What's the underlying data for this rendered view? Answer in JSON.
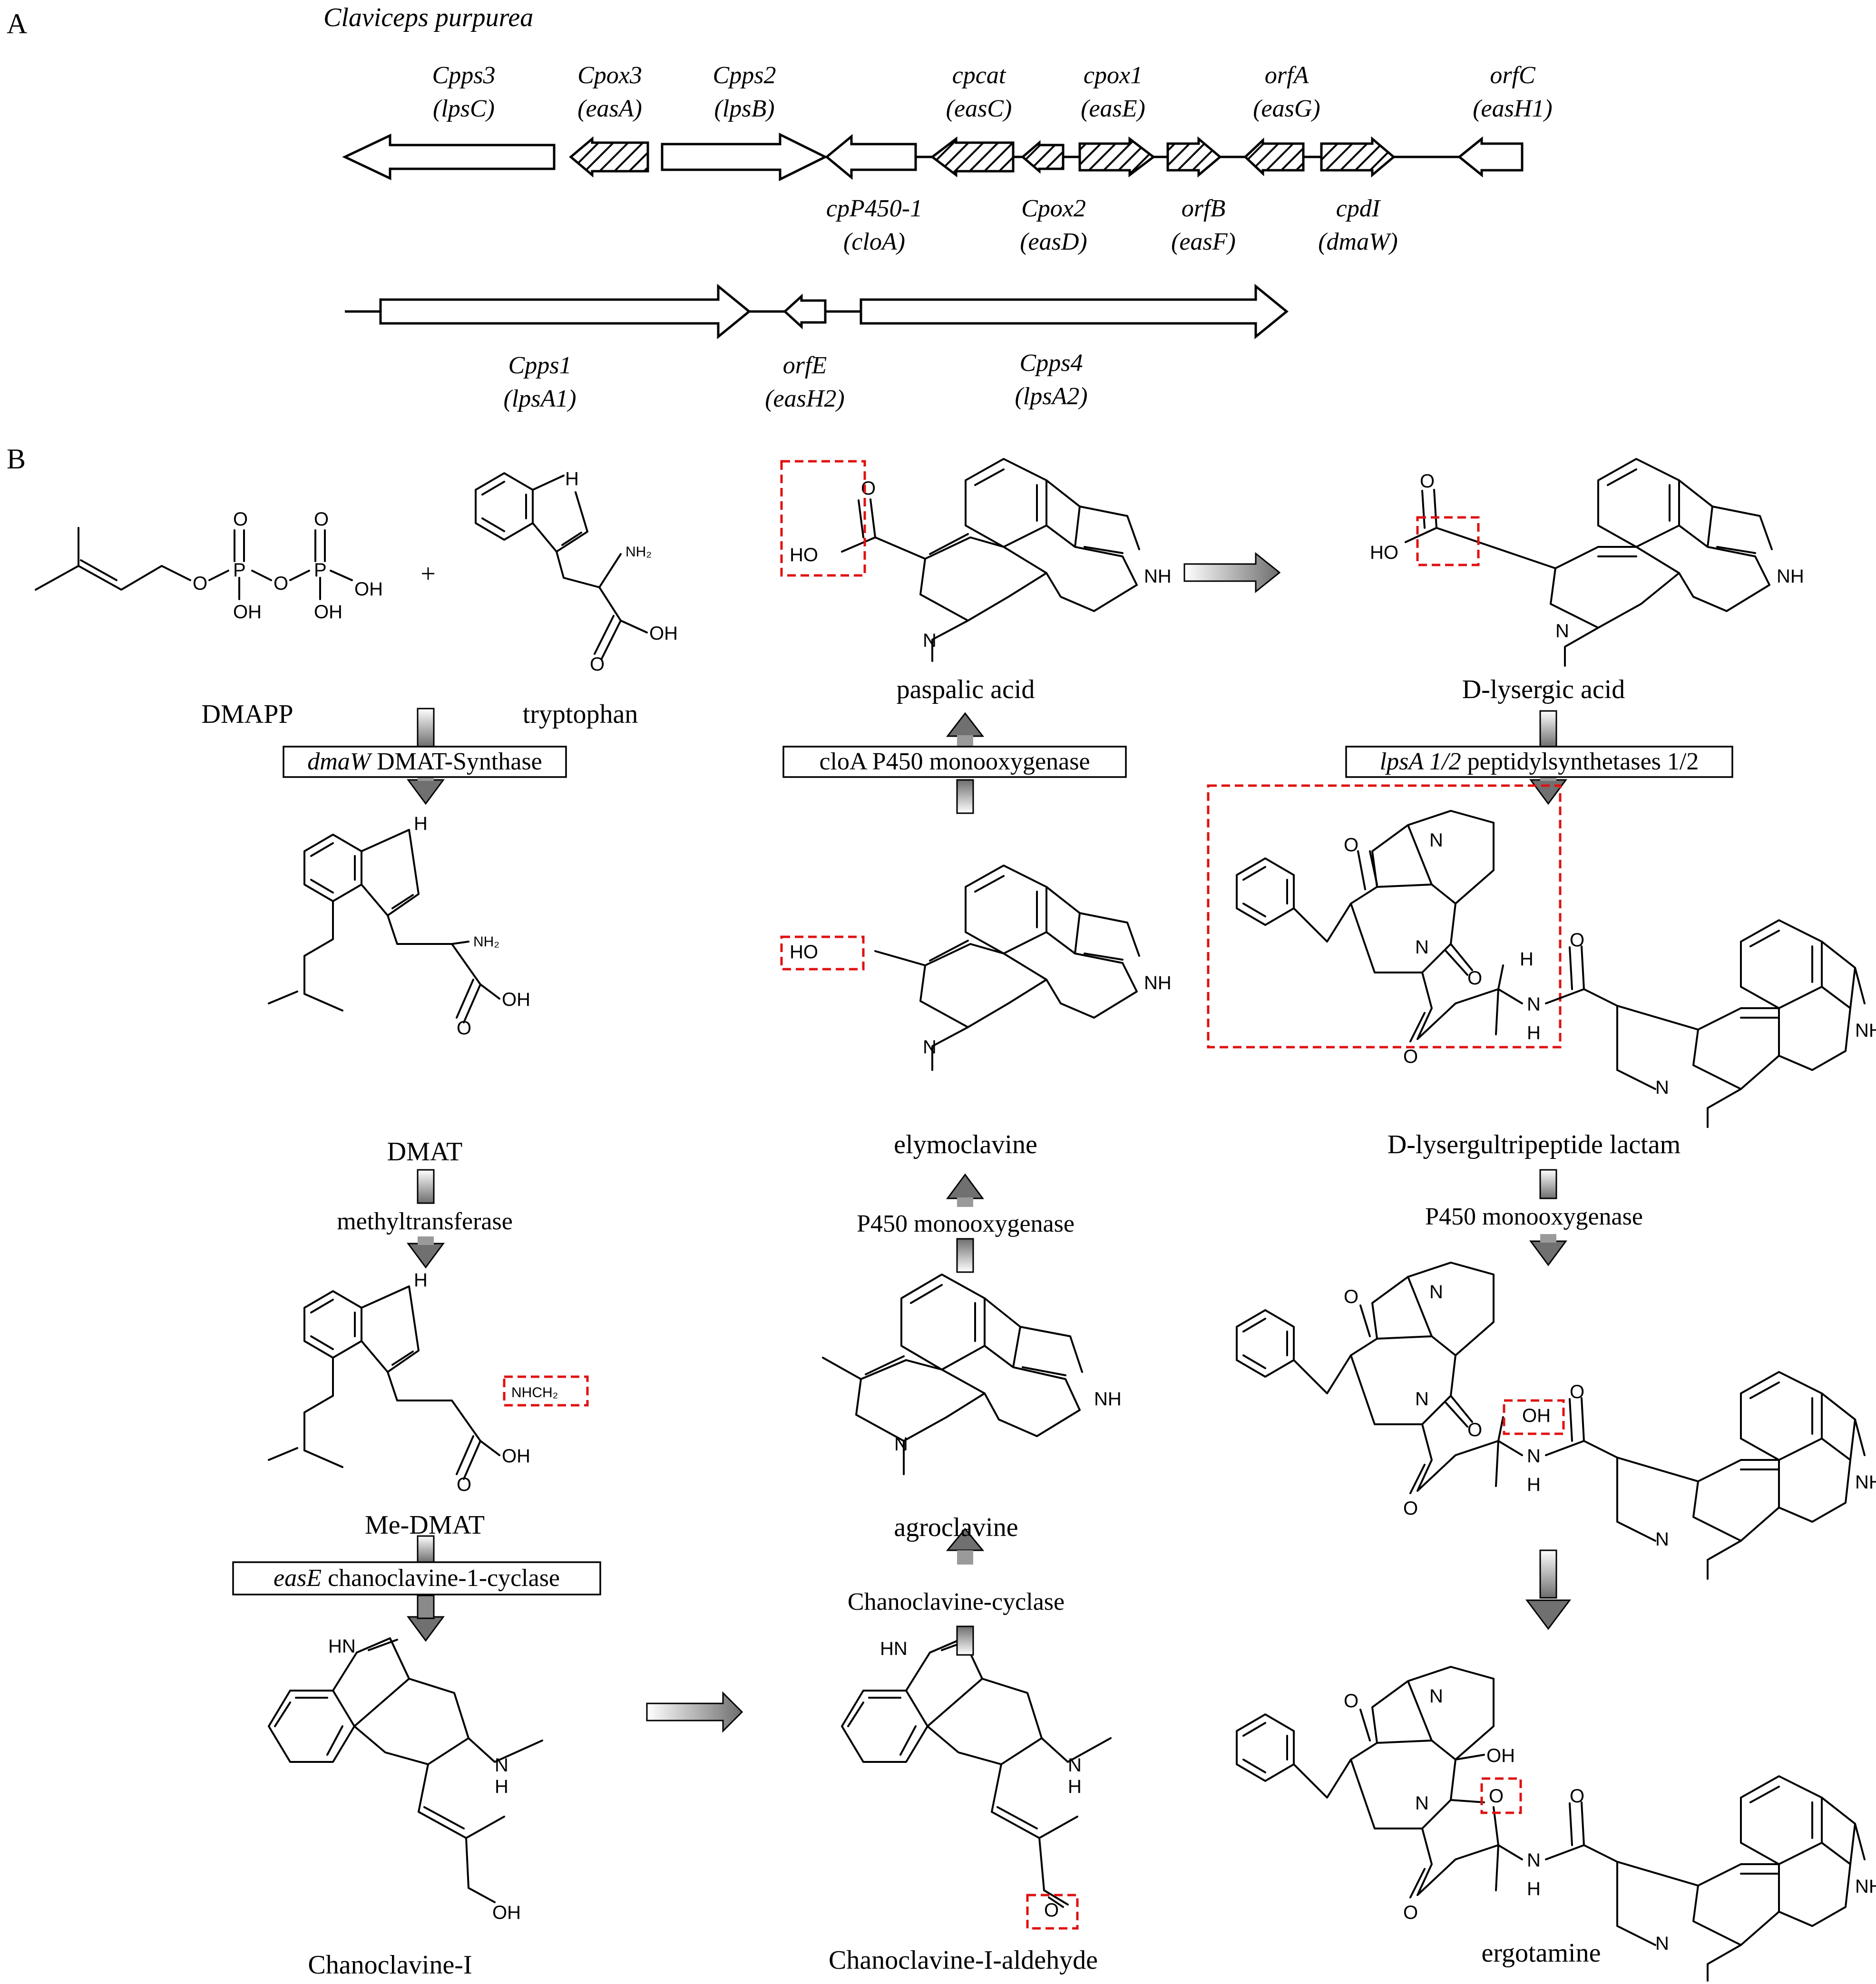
{
  "panels": {
    "a": "A",
    "b": "B"
  },
  "organism": "Claviceps purpurea",
  "gene_cluster_row1": [
    {
      "name": "Cpps3",
      "alias": "(lpsC)",
      "direction": "left",
      "fill": "white"
    },
    {
      "name": "Cpox3",
      "alias": "(easA)",
      "direction": "left",
      "fill": "hatched"
    },
    {
      "name": "Cpps2",
      "alias": "(lpsB)",
      "direction": "right",
      "fill": "white"
    },
    {
      "name": "cpP450-1",
      "alias": "(cloA)",
      "direction": "left",
      "fill": "white"
    },
    {
      "name": "cpcat",
      "alias": "(easC)",
      "direction": "left",
      "fill": "hatched"
    },
    {
      "name": "Cpox2",
      "alias": "(easD)",
      "direction": "left",
      "fill": "hatched"
    },
    {
      "name": "cpox1",
      "alias": "(easE)",
      "direction": "right",
      "fill": "hatched"
    },
    {
      "name": "orfB",
      "alias": "(easF)",
      "direction": "right",
      "fill": "hatched"
    },
    {
      "name": "orfA",
      "alias": "(easG)",
      "direction": "left",
      "fill": "hatched"
    },
    {
      "name": "cpdI",
      "alias": "(dmaW)",
      "direction": "right",
      "fill": "hatched"
    },
    {
      "name": "orfC",
      "alias": "(easH1)",
      "direction": "left",
      "fill": "white"
    }
  ],
  "gene_cluster_row2": [
    {
      "name": "Cpps1",
      "alias": "(lpsA1)",
      "direction": "right",
      "fill": "white"
    },
    {
      "name": "orfE",
      "alias": "(easH2)",
      "direction": "left",
      "fill": "white"
    },
    {
      "name": "Cpps4",
      "alias": "(lpsA2)",
      "direction": "right",
      "fill": "white"
    }
  ],
  "compounds": {
    "dmapp": "DMAPP",
    "tryptophan": "tryptophan",
    "dmat": "DMAT",
    "me_dmat": "Me-DMAT",
    "chanoclavine": "Chanoclavine-I",
    "chanoclavine_aldehyde": "Chanoclavine-I-aldehyde",
    "agroclavine": "agroclavine",
    "elymoclavine": "elymoclavine",
    "paspalic_acid": "paspalic acid",
    "lysergic_acid": "D-lysergic acid",
    "tripeptide_lactam": "D-lysergultripeptide lactam",
    "ergotamine": "ergotamine"
  },
  "enzymes": {
    "dmaw_gene": "dmaW",
    "dmaw_name": "DMAT-Synthase",
    "methyltransferase": "methyltransferase",
    "ease_gene": "easE",
    "ease_name": "chanoclavine-1-cyclase",
    "chanoclavine_cyclase": "Chanoclavine-cyclase",
    "p450_a": "P450 monooxygenase",
    "cloa": "cloA P450 monooxygenase",
    "lpsa_gene": "lpsA 1/2",
    "lpsa_name": "peptidylsynthetases 1/2",
    "p450_b": "P450 monooxygenase"
  },
  "plus_sign": "+",
  "atoms": {
    "o": "O",
    "oh": "OH",
    "p": "P",
    "h": "H",
    "n": "N",
    "nh": "NH",
    "hn": "HN",
    "nh2": "NH₂",
    "nhch2": "NHCH₂",
    "ho": "HO"
  },
  "colors": {
    "highlight": "#e01010",
    "line": "#000000",
    "arrow_light": "#ffffff",
    "arrow_dark": "#707070"
  }
}
